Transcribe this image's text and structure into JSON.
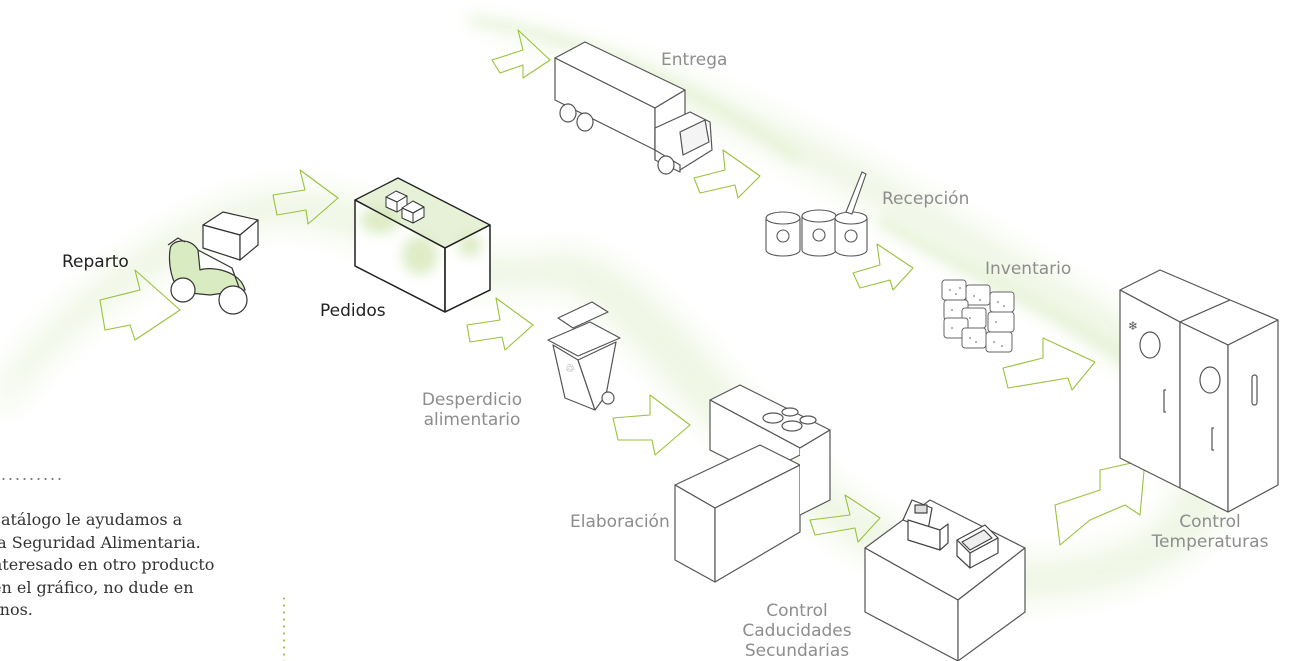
{
  "steps": {
    "entrega": "Entrega",
    "recepcion": "Recepción",
    "inventario": "Inventario",
    "control_temperaturas": [
      "Control",
      "Temperaturas"
    ],
    "control_caducidades": [
      "Control",
      "Caducidades",
      "Secundarias"
    ],
    "elaboracion": "Elaboración",
    "desperdicio": [
      "Desperdicio",
      "alimentario"
    ],
    "pedidos": "Pedidos",
    "reparto": "Reparto"
  },
  "blurb": {
    "lines": [
      "catálogo le ayudamos a",
      "la Seguridad Alimentaria.",
      "nteresado en otro producto",
      "en el gráfico, no dude en",
      "rnos."
    ]
  },
  "colors": {
    "accent_green": "#9ac23c",
    "outline_gray": "#555555",
    "label_gray": "#8d8d8d",
    "band_green": "#e9f3da"
  },
  "icons": [
    "truck-icon",
    "cans-icon",
    "containers-icon",
    "fridge-freezer-icon",
    "pos-terminals-icon",
    "kitchen-counter-icon",
    "trash-bin-icon",
    "box-icon",
    "scooter-icon"
  ]
}
